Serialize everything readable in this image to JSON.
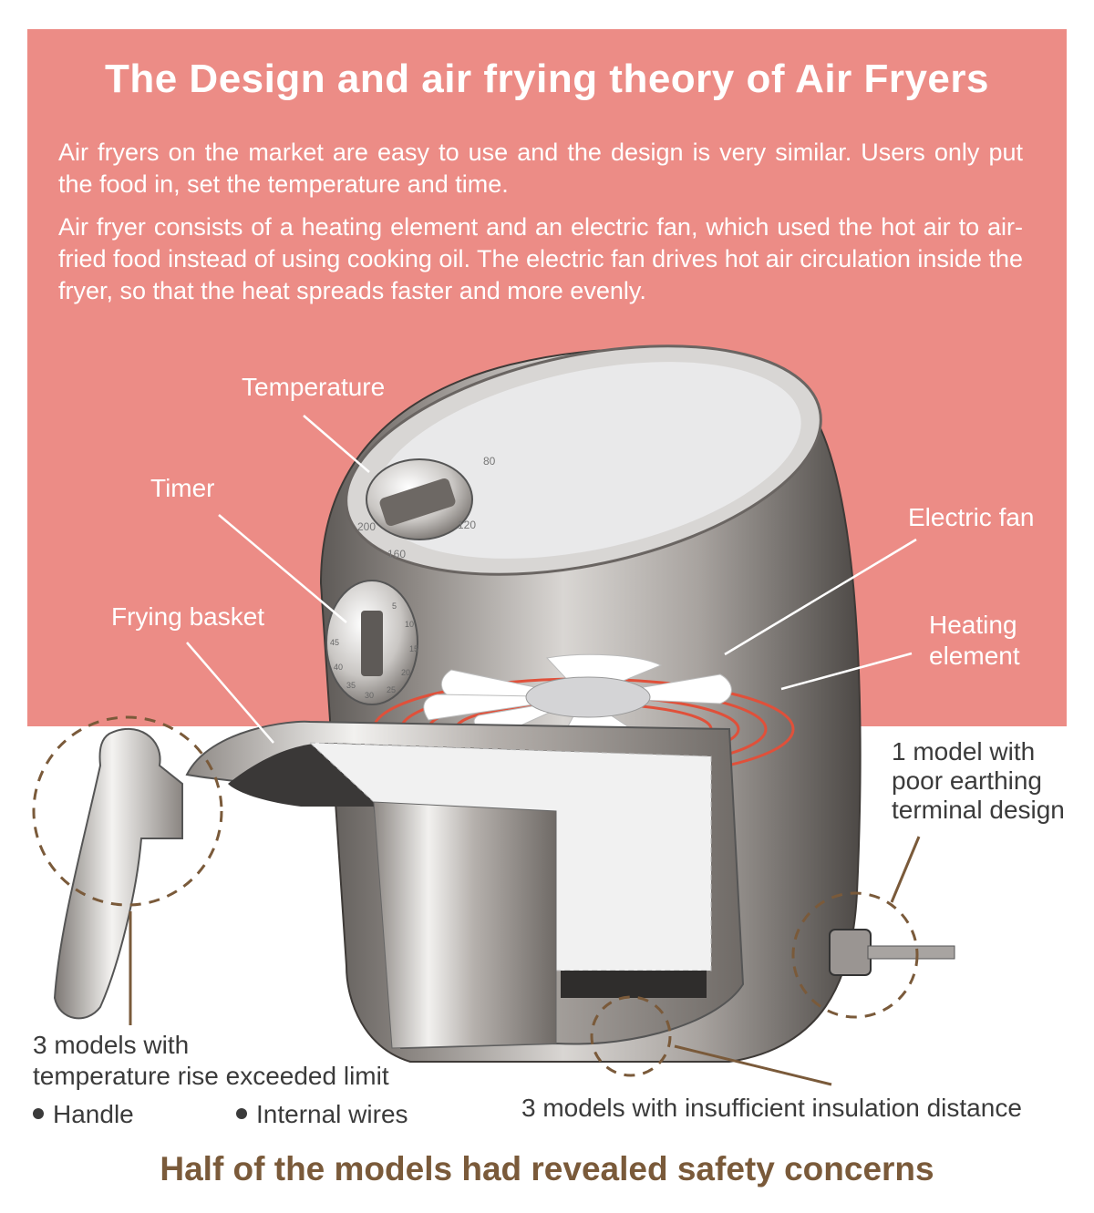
{
  "title": "The Design and air frying theory of Air Fryers",
  "intro": {
    "paragraph1": "Air fryers on the market are easy to use and the design is very similar. Users only put the food in, set the temperature and time.",
    "paragraph2": "Air fryer consists of a heating element and an electric fan, which used the hot air to air-fried food instead of using cooking oil. The electric fan drives hot air circulation inside the fryer, so that the heat spreads faster and more evenly."
  },
  "labels": {
    "temperature": "Temperature",
    "timer": "Timer",
    "frying_basket": "Frying basket",
    "electric_fan": "Electric fan",
    "heating_element_line1": "Heating",
    "heating_element_line2": "element"
  },
  "dial_marks": {
    "temperature": [
      "80",
      "120",
      "160",
      "200"
    ],
    "timer": [
      "5",
      "10",
      "15",
      "20",
      "25",
      "30",
      "35",
      "40",
      "45"
    ]
  },
  "findings": {
    "earthing_line1": "1 model with",
    "earthing_line2": "poor earthing",
    "earthing_line3": "terminal design",
    "temp_rise_line1": "3 models with",
    "temp_rise_line2": "temperature rise exceeded limit",
    "bullet_handle": "Handle",
    "bullet_wires": "Internal wires",
    "insulation": "3 models with insufficient insulation distance"
  },
  "conclusion": "Half of the models had revealed safety concerns",
  "colors": {
    "panel": "#ec8c86",
    "brown_accent": "#7a5a3a",
    "heating_ring": "#e0503a",
    "text_dark": "#3b3b3b"
  }
}
